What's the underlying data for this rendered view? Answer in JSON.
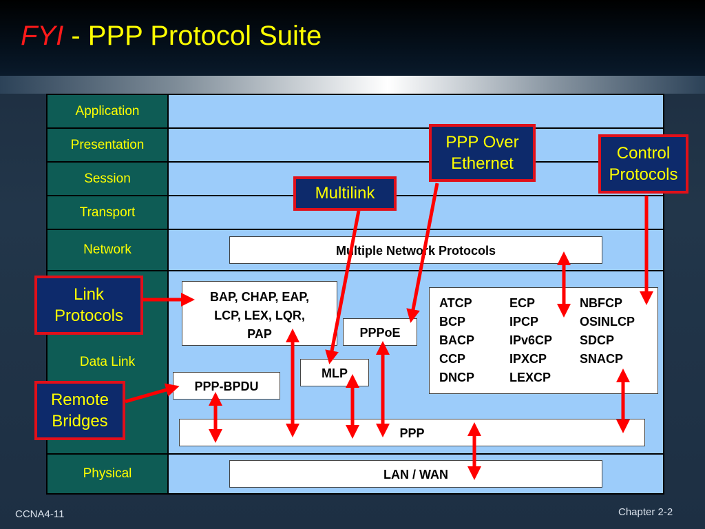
{
  "title": {
    "fyi": "FYI",
    "rest": " - PPP Protocol Suite"
  },
  "layers": [
    "Application",
    "Presentation",
    "Session",
    "Transport",
    "Network",
    "Data Link",
    "Physical"
  ],
  "boxes": {
    "network_protocols": "Multiple Network Protocols",
    "bap_line1": "BAP, CHAP, EAP,",
    "bap_line2": "LCP, LEX, LQR,",
    "bap_line3": "PAP",
    "pppoe": "PPPoE",
    "mlp": "MLP",
    "ppp_bpdu": "PPP-BPDU",
    "ppp": "PPP",
    "lan_wan": "LAN / WAN"
  },
  "control_protocols": [
    [
      "ATCP",
      "BCP",
      "BACP",
      "CCP",
      "DNCP"
    ],
    [
      "ECP",
      "IPCP",
      "IPv6CP",
      "IPXCP",
      "LEXCP"
    ],
    [
      "NBFCP",
      "OSINLCP",
      "SDCP",
      "SNACP"
    ]
  ],
  "callouts": {
    "ppp_over_ethernet_1": "PPP Over",
    "ppp_over_ethernet_2": "Ethernet",
    "control_1": "Control",
    "control_2": "Protocols",
    "multilink": "Multilink",
    "link_1": "Link",
    "link_2": "Protocols",
    "remote_1": "Remote",
    "remote_2": "Bridges"
  },
  "footer": {
    "left": "CCNA4-11",
    "right": "Chapter 2-2"
  },
  "colors": {
    "title": "#ffff00",
    "fyi": "#ff1a1a",
    "arrow": "#ff0000",
    "layer_bg": "#0e5c55",
    "diagram_bg": "#9cccfa"
  }
}
